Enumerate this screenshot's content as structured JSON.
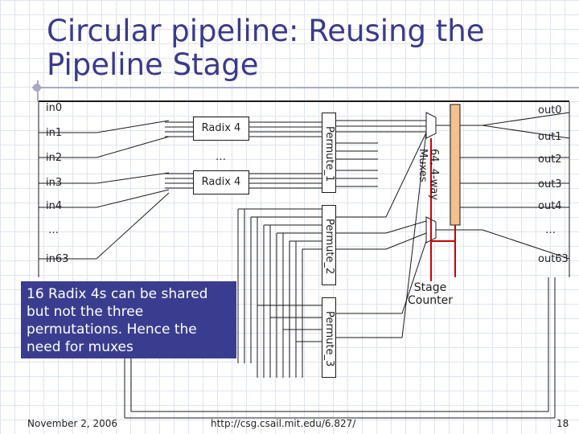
{
  "title": {
    "line1": "Circular pipeline: Reusing the",
    "line2": "Pipeline Stage"
  },
  "inputs": [
    "in0",
    "in1",
    "in2",
    "in3",
    "in4",
    "…",
    "in63"
  ],
  "outputs": [
    "out0",
    "out1",
    "out2",
    "out3",
    "out4",
    "…",
    "out63"
  ],
  "radix": {
    "top": "Radix 4",
    "middle": "…",
    "bottom": "Radix 4"
  },
  "permute": {
    "p1": "Permute_1",
    "p2": "Permute_2",
    "p3": "Permute_3"
  },
  "muxes_label": "64, 4-way Muxes",
  "stage_counter": {
    "line1": "Stage",
    "line2": "Counter"
  },
  "note": "16 Radix 4s can be shared but not the three permutations. Hence the need for muxes",
  "footer": {
    "date": "November 2, 2006",
    "url": "http://csg.csail.mit.edu/6.827/",
    "page": "18"
  },
  "colors": {
    "title": "#3a3a8c",
    "note_bg": "#3a3d8f",
    "mux_bar": "#f3c08e",
    "counter_wire": "#cc0000"
  }
}
